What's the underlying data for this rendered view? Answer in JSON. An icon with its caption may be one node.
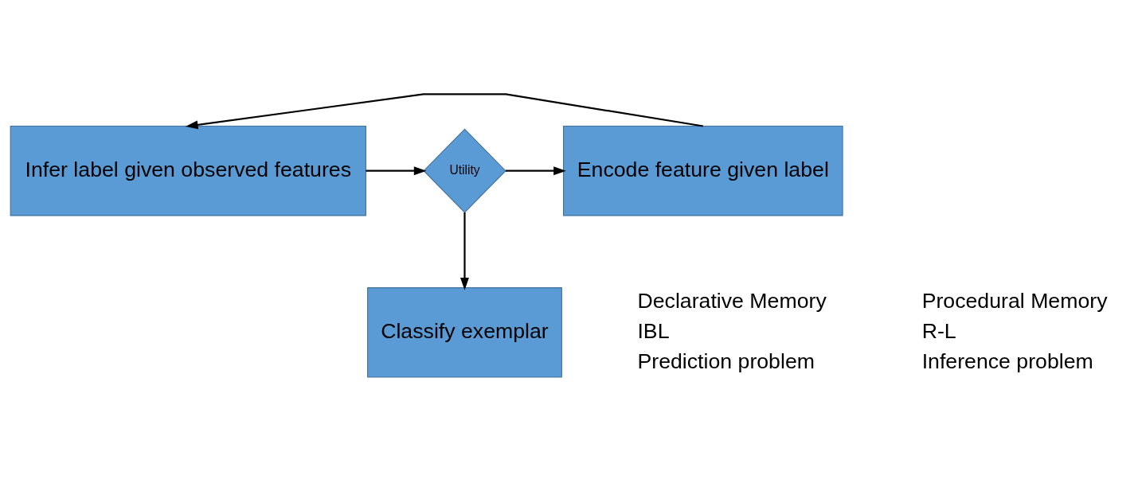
{
  "diagram": {
    "nodes": [
      {
        "text": [
          "Infer label given observed features"
        ]
      },
      {
        "text": [
          "Utility"
        ]
      },
      {
        "text": [
          "Encode feature given label"
        ]
      },
      {
        "text": [
          "Classify exemplar"
        ]
      }
    ],
    "edges": [
      {
        "from": 0,
        "to": 1,
        "arrow": "to"
      },
      {
        "from": 1,
        "to": 2,
        "arrow": "to"
      },
      {
        "from": 2,
        "to": 0,
        "arrow": "to"
      },
      {
        "from": 1,
        "to": 3,
        "arrow": "to"
      }
    ],
    "labels": [
      "Declarative Memory",
      "IBL",
      "Prediction problem",
      "Procedural Memory",
      "R-L",
      "Inference problem"
    ]
  }
}
